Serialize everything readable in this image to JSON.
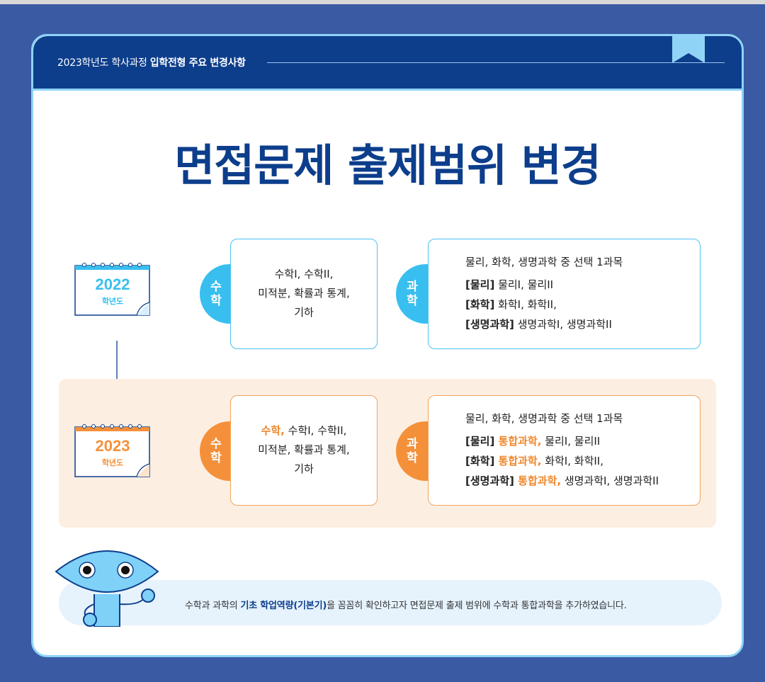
{
  "header": {
    "prefix": "2023학년도 학사과정 ",
    "bold": "입학전형 주요 변경사항"
  },
  "title": "면접문제 출제범위 변경",
  "years": [
    {
      "year": "2022",
      "label": "학년도"
    },
    {
      "year": "2023",
      "label": "학년도"
    }
  ],
  "subjects": {
    "math": [
      "수",
      "학"
    ],
    "science": [
      "과",
      "학"
    ]
  },
  "row2022": {
    "math": {
      "line1": "수학I, 수학II,",
      "line2": "미적분, 확률과 통계,",
      "line3": "기하"
    },
    "science": {
      "intro": "물리, 화학, 생명과학 중 선택 1과목",
      "physics_tag": "[물리]",
      "physics": " 물리I, 물리II",
      "chem_tag": "[화학]",
      "chem": " 화학I, 화학II,",
      "bio_tag": "[생명과학]",
      "bio": " 생명과학I, 생명과학II"
    }
  },
  "row2023": {
    "math": {
      "new": "수학,",
      "line1": " 수학I, 수학II,",
      "line2": "미적분, 확률과 통계,",
      "line3": "기하"
    },
    "science": {
      "intro": "물리, 화학, 생명과학 중 선택 1과목",
      "physics_tag": "[물리]",
      "physics_new": " 통합과학,",
      "physics": " 물리I, 물리II",
      "chem_tag": "[화학]",
      "chem_new": " 통합과학,",
      "chem": " 화학I, 화학II,",
      "bio_tag": "[생명과학]",
      "bio_new": " 통합과학,",
      "bio": " 생명과학I, 생명과학II"
    }
  },
  "note": {
    "before": "수학과 과학의 ",
    "bold": "기초 학업역량(기본기)",
    "after": "을 꼼꼼히 확인하고자 면접문제 출제 범위에 수학과 통합과학을 추가하였습니다."
  },
  "colors": {
    "navy": "#0d3e8c",
    "sky": "#38bfef",
    "orange": "#f5903a",
    "band": "#fdeee2",
    "page_bg": "#3a5aa3"
  }
}
